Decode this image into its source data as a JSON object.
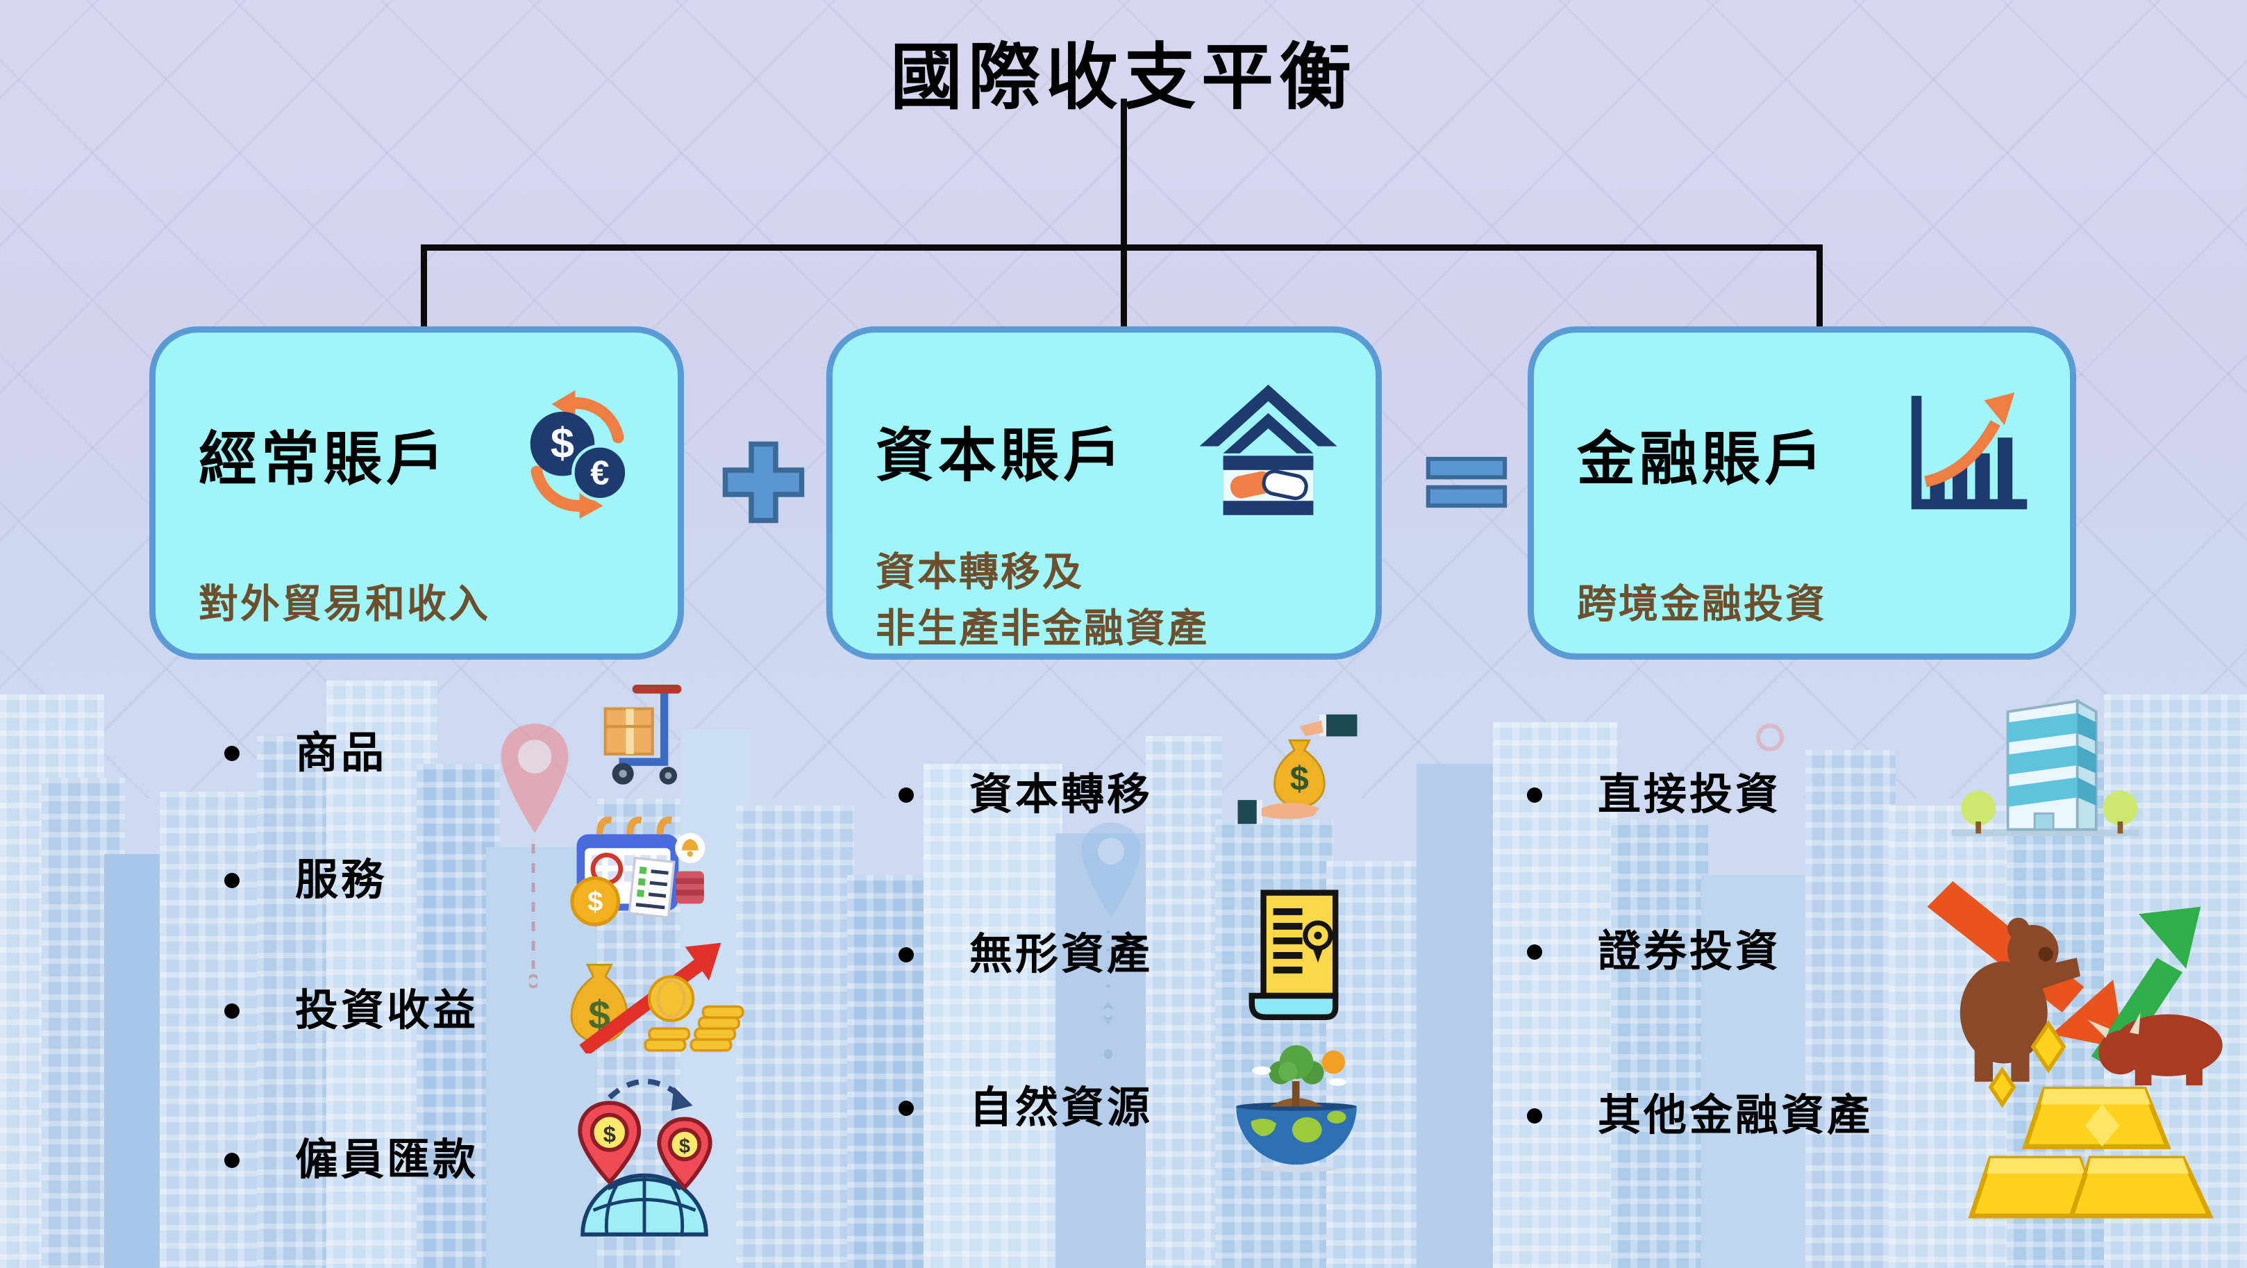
{
  "title": "國際收支平衡",
  "colors": {
    "background_top": "#d6d7f1",
    "background_bottom": "#cfe1f5",
    "box_fill": "#a0f5f8",
    "box_border": "#5b9bd5",
    "subtitle_brown": "#6d4f2d",
    "operator_fill": "#5996d2",
    "operator_stroke": "#3a6a98",
    "connector": "#0b0b0b"
  },
  "operators": {
    "plus": "+",
    "equals": "="
  },
  "boxes": [
    {
      "title": "經常賬戶",
      "icon": "currency-exchange-icon",
      "subtitle_lines": [
        "對外貿易和收入"
      ]
    },
    {
      "title": "資本賬戶",
      "icon": "house-handshake-icon",
      "subtitle_lines": [
        "資本轉移及",
        "非生產非金融資產"
      ]
    },
    {
      "title": "金融賬戶",
      "icon": "growth-chart-icon",
      "subtitle_lines": [
        "跨境金融投資"
      ]
    }
  ],
  "lists": [
    {
      "items": [
        {
          "label": "商品",
          "icon": "hand-truck-icon"
        },
        {
          "label": "服務",
          "icon": "calendar-invoice-icon"
        },
        {
          "label": "投資收益",
          "icon": "money-bag-growth-icon"
        },
        {
          "label": "僱員匯款",
          "icon": "remittance-globe-icon"
        }
      ]
    },
    {
      "items": [
        {
          "label": "資本轉移",
          "icon": "hand-money-bag-icon"
        },
        {
          "label": "無形資產",
          "icon": "certificate-scroll-icon"
        },
        {
          "label": "自然資源",
          "icon": "earth-tree-icon"
        }
      ]
    },
    {
      "items": [
        {
          "label": "直接投資",
          "icon": "office-building-icon"
        },
        {
          "label": "證券投資",
          "icon": "bull-bear-icon"
        },
        {
          "label": "其他金融資產",
          "icon": "gold-bars-icon"
        }
      ]
    }
  ]
}
